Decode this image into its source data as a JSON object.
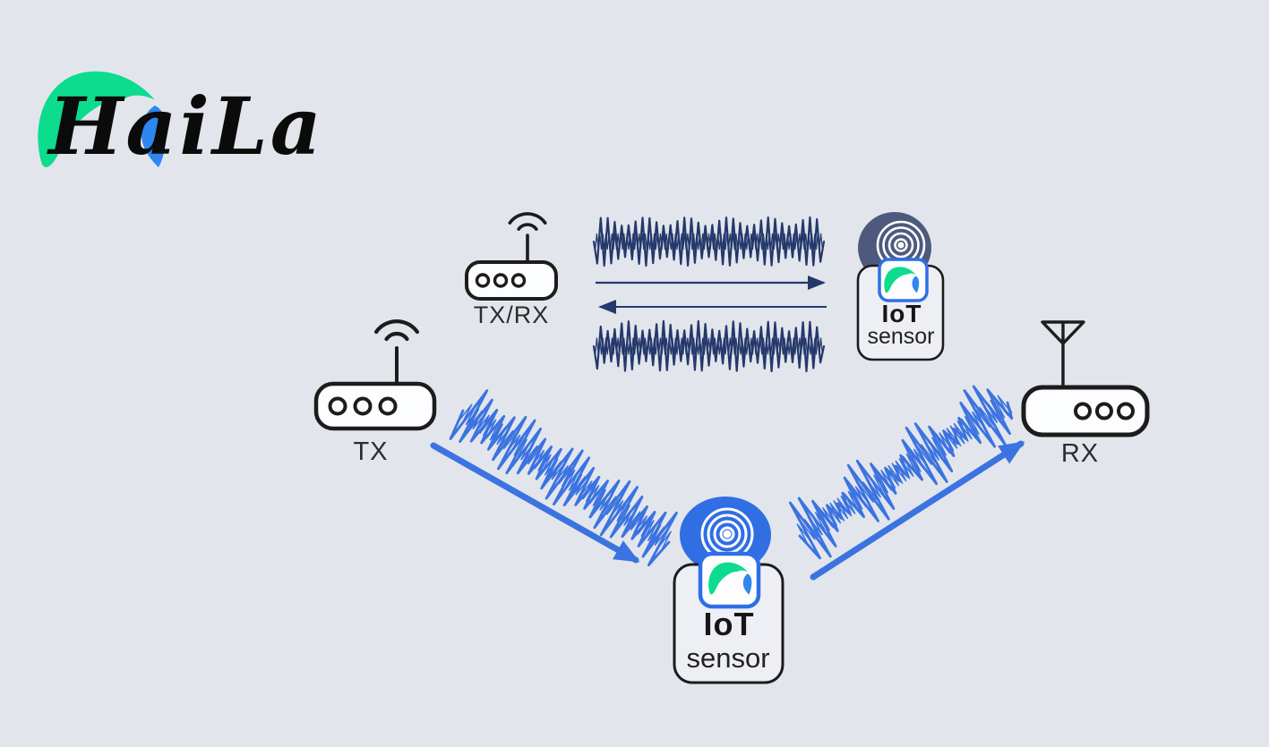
{
  "brand": {
    "name": "HaiLa"
  },
  "colors": {
    "background": "#e3e5ec",
    "navy_wave": "#24396b",
    "blue_wave": "#3b73e0",
    "device_outline": "#1c1c1c",
    "sensor_blob_top": "#4e5a7d",
    "sensor_blob_bottom": "#2f6ee3",
    "chip_border": "#2f6fe8",
    "logo_green": "#0bdc8e",
    "logo_blue": "#2e86f0"
  },
  "diagram": {
    "top_link": {
      "router_label": "TX/RX",
      "sensor": {
        "line1": "IoT",
        "line2": "sensor"
      }
    },
    "bottom_link": {
      "tx_label": "TX",
      "sensor": {
        "line1": "IoT",
        "line2": "sensor"
      },
      "rx_label": "RX"
    }
  }
}
